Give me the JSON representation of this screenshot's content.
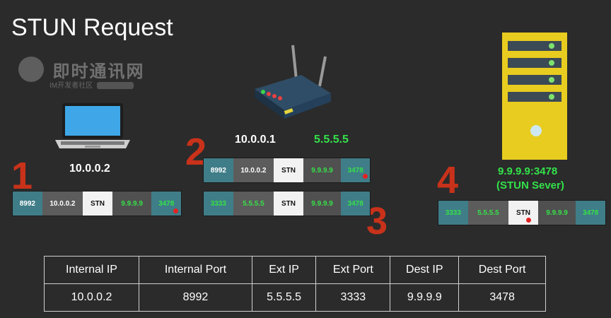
{
  "title": "STUN Request",
  "watermark": {
    "name": "即时通讯网",
    "sub": "IM开发者社区"
  },
  "steps": [
    "1",
    "2",
    "3",
    "4"
  ],
  "laptop": {
    "ip": "10.0.0.2"
  },
  "router": {
    "internal_ip": "10.0.0.1",
    "external_ip": "5.5.5.5"
  },
  "server": {
    "address": "9.9.9.9:3478",
    "label": "(STUN Sever)"
  },
  "packet1": {
    "src_port": "8992",
    "src_ip": "10.0.0.2",
    "proto": "STN",
    "dst_ip": "9.9.9.9",
    "dst_port": "3478"
  },
  "packet2": {
    "src_port": "8992",
    "src_ip": "10.0.0.2",
    "proto": "STN",
    "dst_ip": "9.9.9.9",
    "dst_port": "3478"
  },
  "packet3": {
    "src_port": "3333",
    "src_ip": "5.5.5.5",
    "proto": "STN",
    "dst_ip": "9.9.9.9",
    "dst_port": "3478"
  },
  "packet4": {
    "src_port": "3333",
    "src_ip": "5.5.5.5",
    "proto": "STN",
    "dst_ip": "9.9.9.9",
    "dst_port": "3478"
  },
  "table": {
    "headers": [
      "Internal IP",
      "Internal Port",
      "Ext IP",
      "Ext Port",
      "Dest IP",
      "Dest Port"
    ],
    "row": [
      "10.0.0.2",
      "8992",
      "5.5.5.5",
      "3333",
      "9.9.9.9",
      "3478"
    ]
  }
}
